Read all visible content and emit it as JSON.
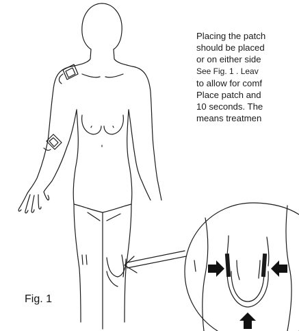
{
  "instructions": {
    "lines": [
      "Placing the patch",
      "should be placed",
      "or on either side",
      "See Fig. 1  . Leav",
      "to allow for comf",
      "Place patch and",
      "10 seconds. The",
      "means treatmen"
    ]
  },
  "figure_label": "Fig. 1"
}
